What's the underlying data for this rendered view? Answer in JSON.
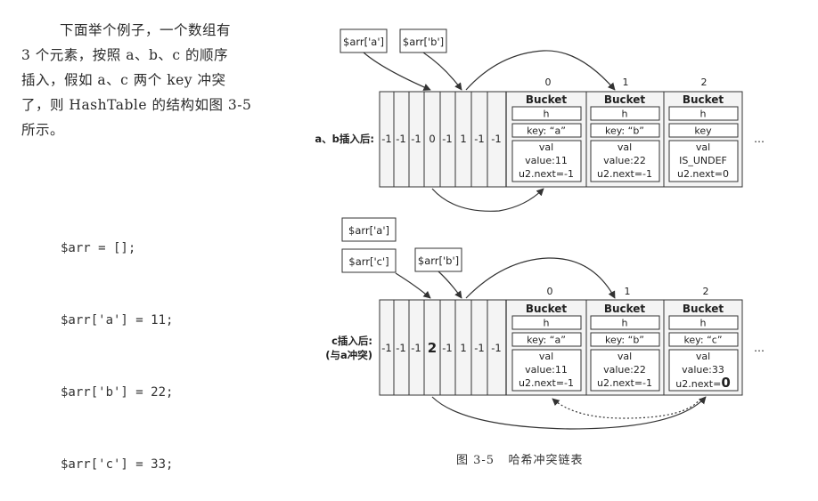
{
  "paragraph": {
    "lines": [
      "下面举个例子，一个数组有",
      "3 个元素，按照 a、b、c 的顺序",
      "插入，假如 a、c 两个 key 冲突",
      "了，则 HashTable 的结构如图 3-5",
      "所示。"
    ]
  },
  "code": {
    "lines": [
      "$arr = [];",
      "$arr['a'] = 11;",
      "$arr['b'] = 22;",
      "$arr['c'] = 33;"
    ]
  },
  "figure": {
    "diagram1": {
      "row_label": "a、b插入后:",
      "refs": [
        "$arr['a']",
        "$arr['b']"
      ],
      "slots": [
        "-1",
        "-1",
        "-1",
        "0",
        "-1",
        "1",
        "-1",
        "-1"
      ],
      "indices": [
        "0",
        "1",
        "2"
      ],
      "buckets": [
        {
          "title": "Bucket",
          "h": "h",
          "key": "key: “a”",
          "val": "val",
          "value": "value:11",
          "next": "u2.next=-1"
        },
        {
          "title": "Bucket",
          "h": "h",
          "key": "key: “b”",
          "val": "val",
          "value": "value:22",
          "next": "u2.next=-1"
        },
        {
          "title": "Bucket",
          "h": "h",
          "key": "key",
          "val": "val",
          "value": "IS_UNDEF",
          "next": "u2.next=0"
        }
      ],
      "ellipsis": "…"
    },
    "diagram2": {
      "row_label_1": "c插入后:",
      "row_label_2": "(与a冲突)",
      "refs": [
        "$arr['a']",
        "$arr['c']",
        "$arr['b']"
      ],
      "slots": [
        "-1",
        "-1",
        "-1",
        "2",
        "-1",
        "1",
        "-1",
        "-1"
      ],
      "indices": [
        "0",
        "1",
        "2"
      ],
      "buckets": [
        {
          "title": "Bucket",
          "h": "h",
          "key": "key: “a”",
          "val": "val",
          "value": "value:11",
          "next": "u2.next=-1"
        },
        {
          "title": "Bucket",
          "h": "h",
          "key": "key: “b”",
          "val": "val",
          "value": "value:22",
          "next": "u2.next=-1"
        },
        {
          "title": "Bucket",
          "h": "h",
          "key": "key: “c”",
          "val": "val",
          "value": "value:33",
          "next_prefix": "u2.next=",
          "next_value": "0"
        }
      ],
      "ellipsis": "…"
    }
  },
  "caption": {
    "number": "图 3-5",
    "title": "哈希冲突链表"
  }
}
